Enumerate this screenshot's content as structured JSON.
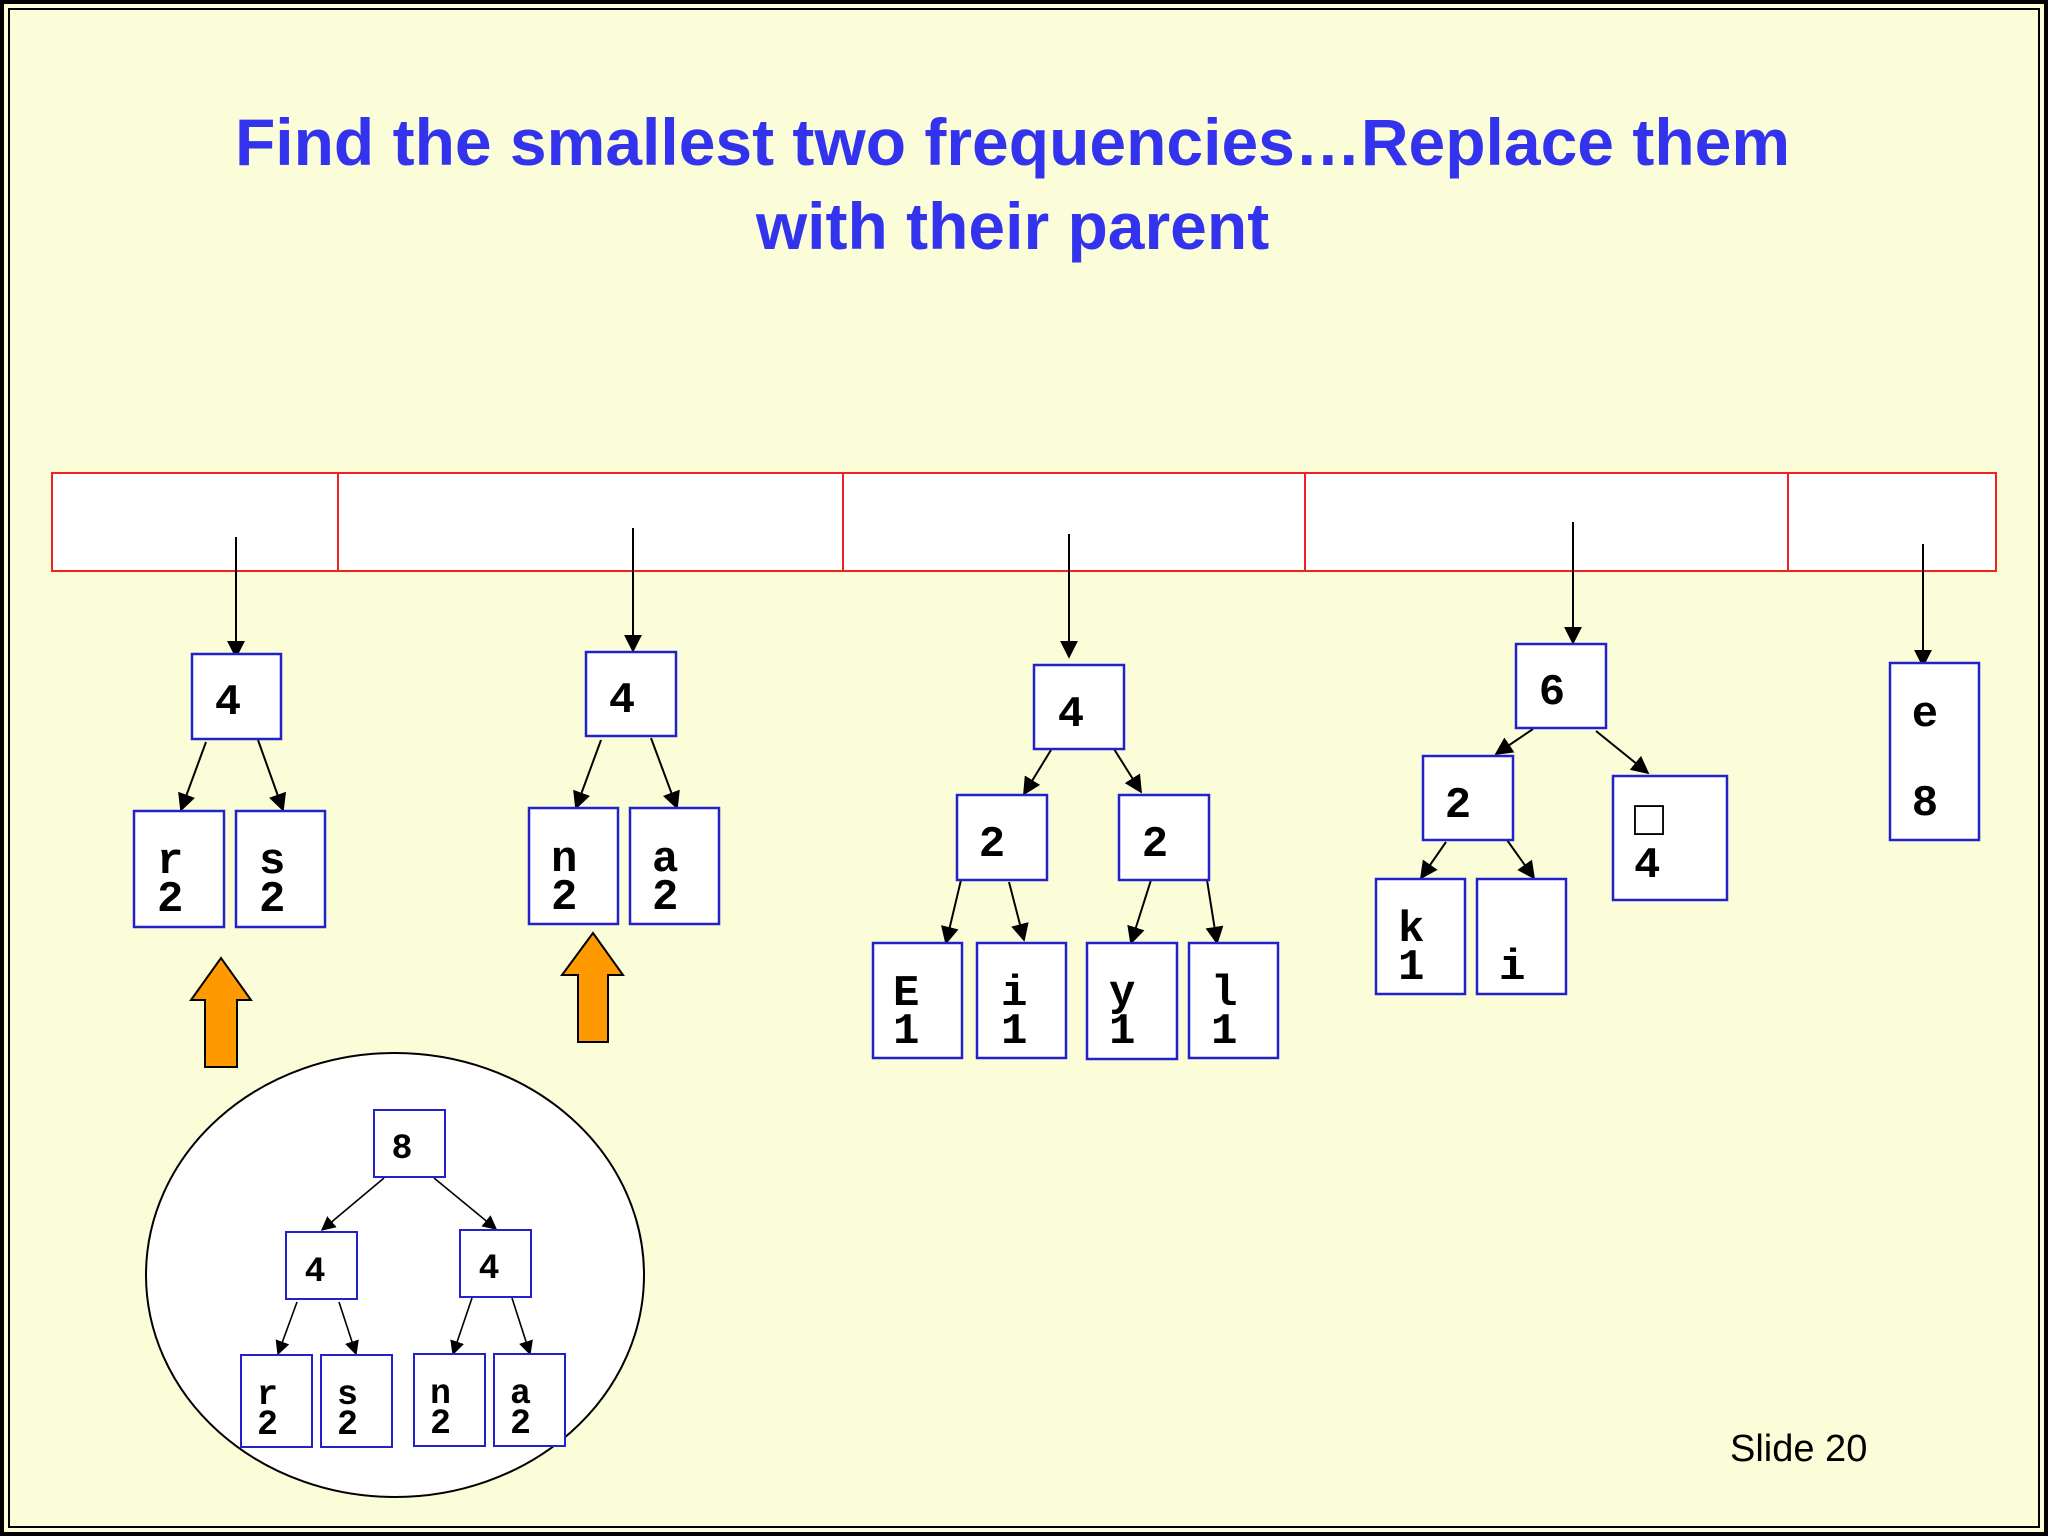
{
  "slide": {
    "title_line1": "Find the smallest two frequencies…Replace them",
    "title_line2": "with their parent",
    "slide_number": "Slide 20",
    "colors": {
      "background": "#fbfdd9",
      "title": "#3333ee",
      "queue_border": "#ee2222",
      "node_border": "#2222cc",
      "highlight_arrow": "#ff9900"
    }
  },
  "queue": {
    "slots": 5
  },
  "trees": [
    {
      "root": "4",
      "children": [
        {
          "char": "r",
          "freq": "2"
        },
        {
          "char": "s",
          "freq": "2"
        }
      ],
      "highlighted": true
    },
    {
      "root": "4",
      "children": [
        {
          "char": "n",
          "freq": "2"
        },
        {
          "char": "a",
          "freq": "2"
        }
      ],
      "highlighted": true
    },
    {
      "root": "4",
      "children": [
        {
          "value": "2",
          "children": [
            {
              "char": "E",
              "freq": "1"
            },
            {
              "char": "i",
              "freq": "1"
            }
          ]
        },
        {
          "value": "2",
          "children": [
            {
              "char": "y",
              "freq": "1"
            },
            {
              "char": "l",
              "freq": "1"
            }
          ]
        }
      ]
    },
    {
      "root": "6",
      "children": [
        {
          "value": "2",
          "children": [
            {
              "char": "k",
              "freq": "1"
            },
            {
              "char": "i",
              "freq": ""
            }
          ]
        },
        {
          "char": "□",
          "freq": "4"
        }
      ]
    },
    {
      "leaf": {
        "char": "e",
        "freq": "8"
      }
    }
  ],
  "merged_preview": {
    "root": "8",
    "children": [
      {
        "value": "4",
        "children": [
          {
            "char": "r",
            "freq": "2"
          },
          {
            "char": "s",
            "freq": "2"
          }
        ]
      },
      {
        "value": "4",
        "children": [
          {
            "char": "n",
            "freq": "2"
          },
          {
            "char": "a",
            "freq": "2"
          }
        ]
      }
    ]
  }
}
